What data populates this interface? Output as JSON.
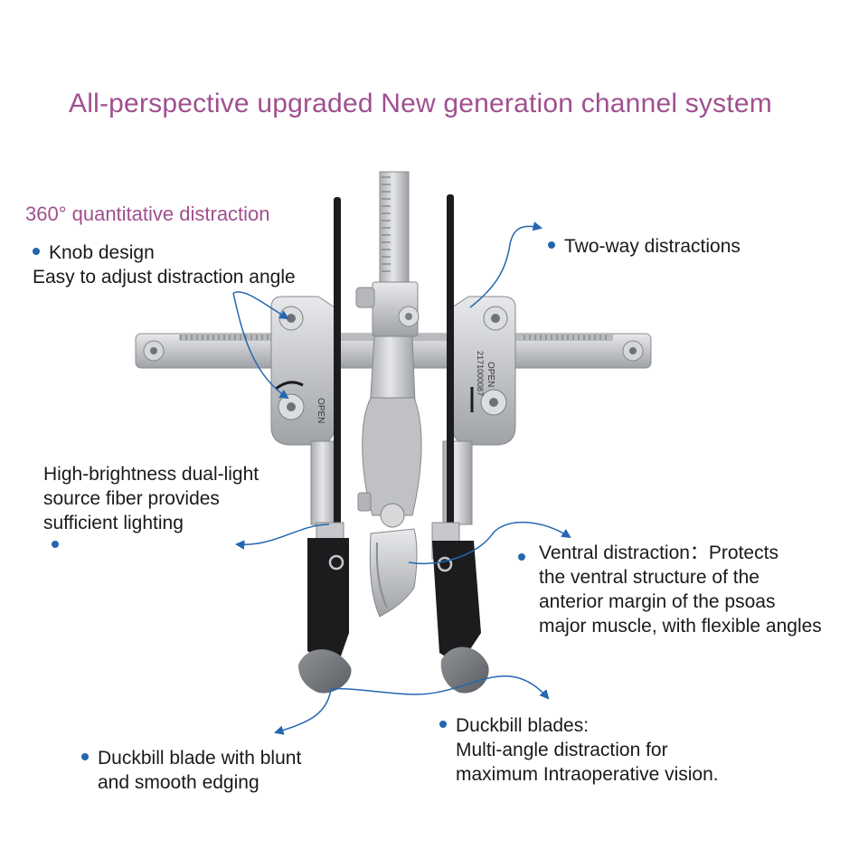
{
  "title": "All-perspective upgraded New generation channel system",
  "subtitle": "360° quantitative distraction",
  "callouts": {
    "knob": {
      "line1": "Knob design",
      "line2": "Easy to adjust distraction angle"
    },
    "two_way": {
      "text": "Two-way distractions"
    },
    "light": {
      "line1": "High-brightness dual-light",
      "line2": "source fiber provides",
      "line3": "sufficient lighting"
    },
    "ventral": {
      "line1": "Ventral distraction：Protects",
      "line2": "the ventral structure of the",
      "line3": "anterior margin of the psoas",
      "line4": "major muscle, with flexible angles"
    },
    "duckbill": {
      "line1": "Duckbill blades:",
      "line2": "Multi-angle distraction for",
      "line3": "maximum Intraoperative vision."
    },
    "blunt": {
      "line1": "Duckbill blade with blunt",
      "line2": "and smooth edging"
    }
  },
  "device_markings": {
    "open_left": "OPEN",
    "open_right": "OPEN",
    "serial": "2171000087"
  },
  "colors": {
    "title": "#a0508f",
    "bullet": "#2466b0",
    "arrow": "#2466b0",
    "metal": "#c9cbce",
    "blade": "#1c1c1e"
  }
}
